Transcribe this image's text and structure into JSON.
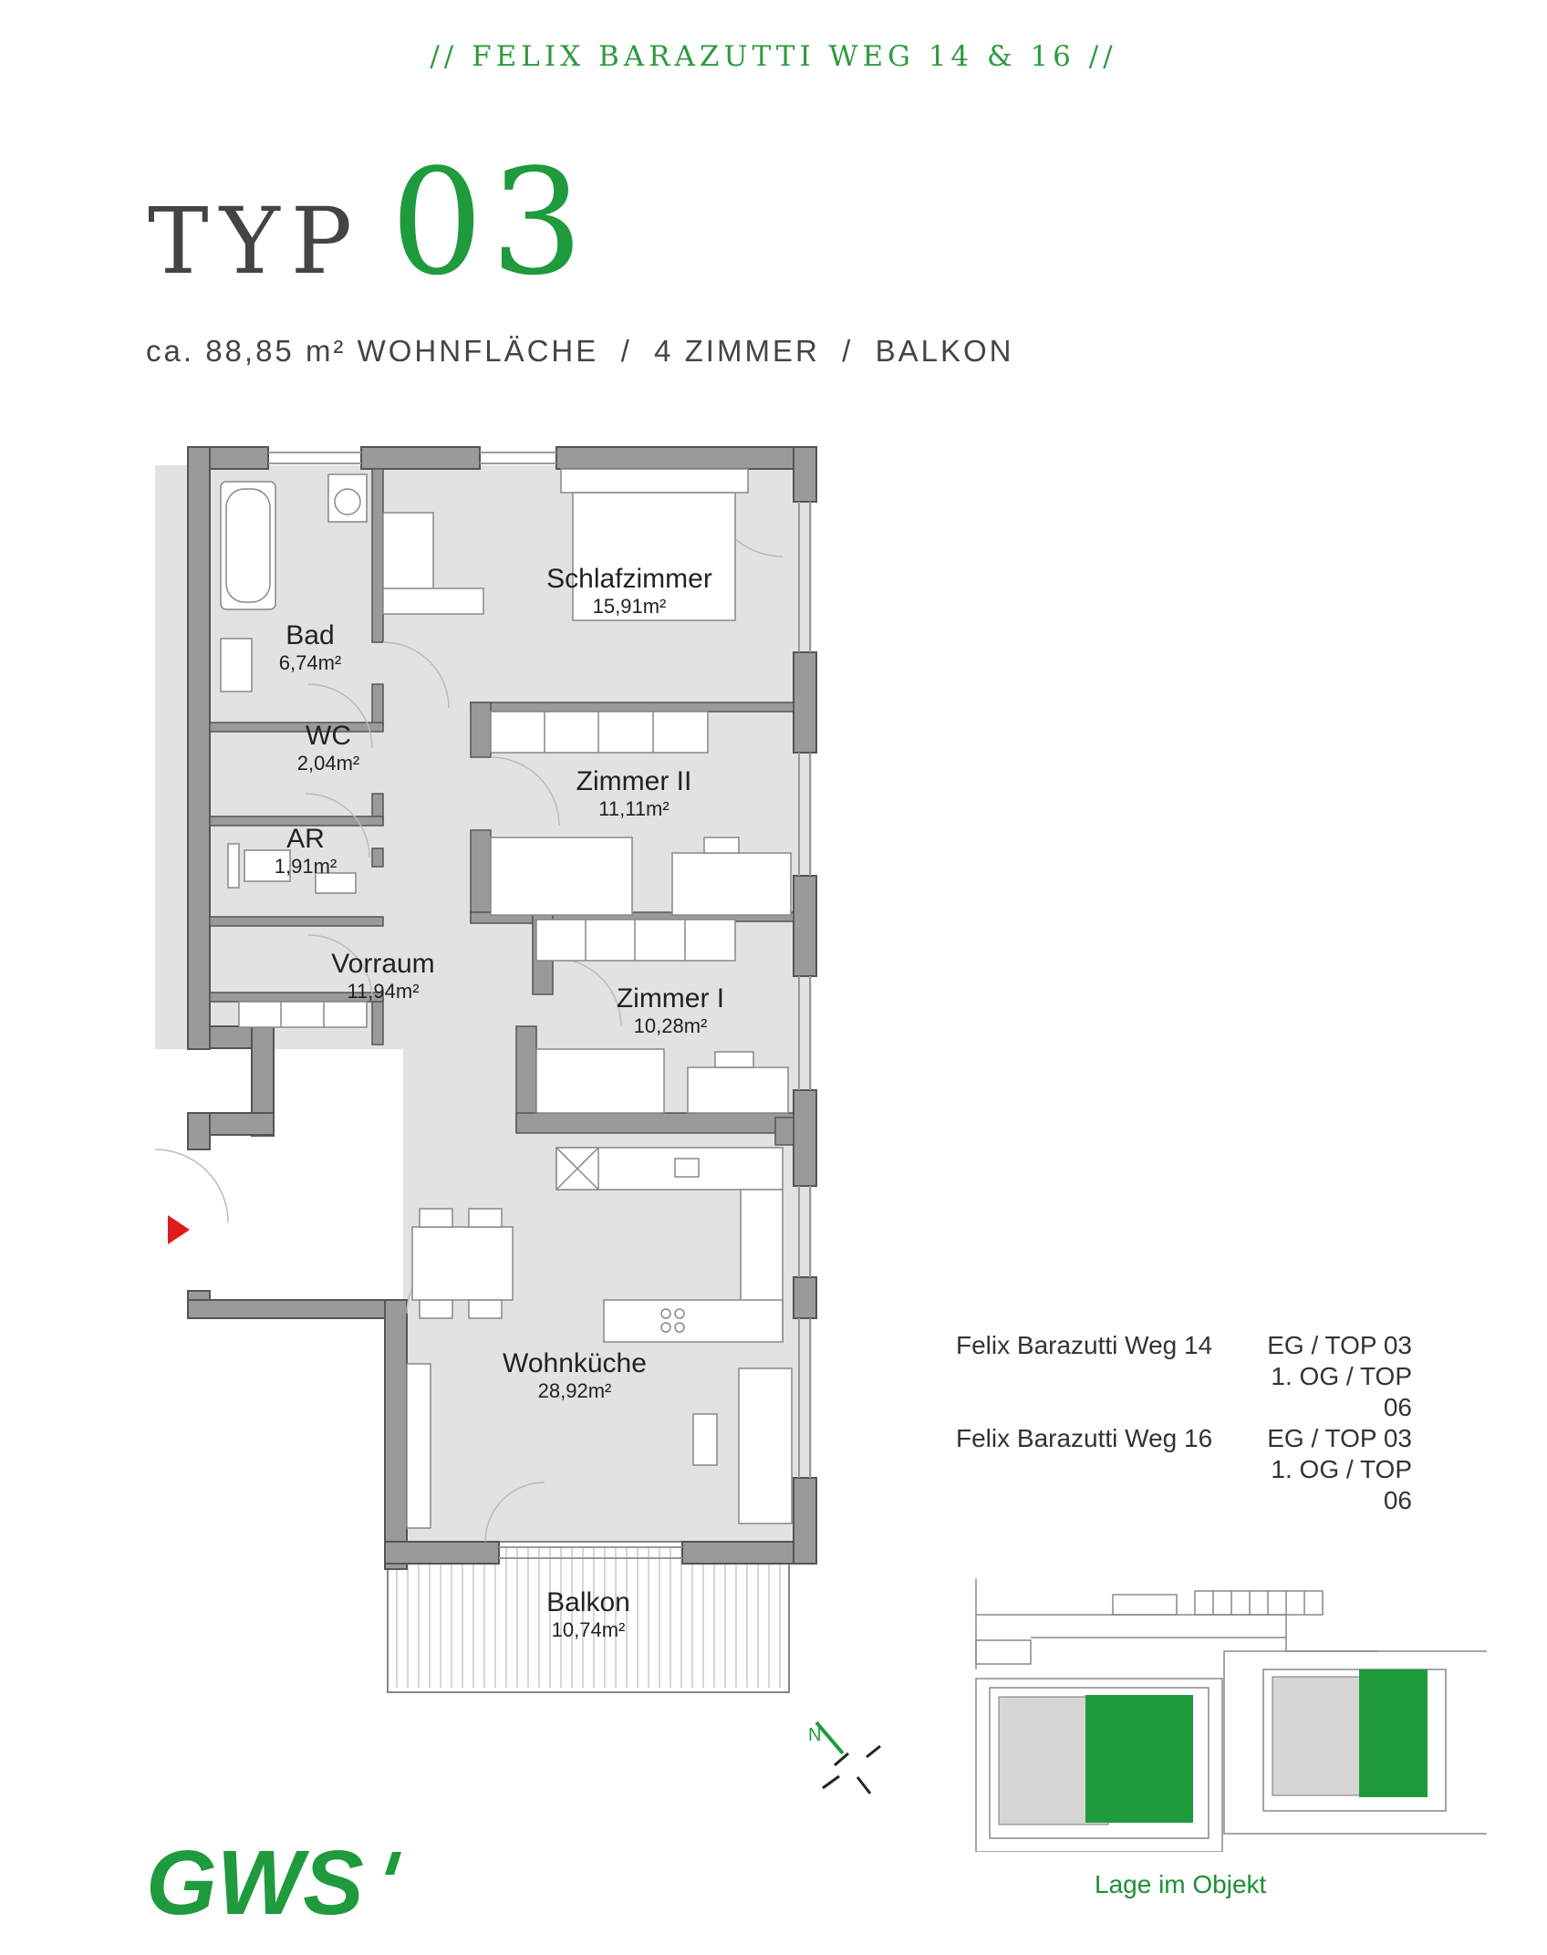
{
  "header": "//  FELIX BARAZUTTI WEG 14 & 16  //",
  "typ": {
    "label": "TYP",
    "number": "03"
  },
  "subtitle": {
    "area": "ca. 88,85 m² WOHNFLÄCHE",
    "sep1": "  /  ",
    "rooms": "4 ZIMMER",
    "sep2": "  /  ",
    "extra": "BALKON"
  },
  "rooms": {
    "schlafzimmer": {
      "name": "Schlafzimmer",
      "area": "15,91m²"
    },
    "bad": {
      "name": "Bad",
      "area": "6,74m²"
    },
    "wc": {
      "name": "WC",
      "area": "2,04m²"
    },
    "zimmer2": {
      "name": "Zimmer II",
      "area": "11,11m²"
    },
    "ar": {
      "name": "AR",
      "area": "1,91m²"
    },
    "vorraum": {
      "name": "Vorraum",
      "area": "11,94m²"
    },
    "zimmer1": {
      "name": "Zimmer I",
      "area": "10,28m²"
    },
    "wohnkueche": {
      "name": "Wohnküche",
      "area": "28,92m²"
    },
    "balkon": {
      "name": "Balkon",
      "area": "10,74m²"
    }
  },
  "locations": [
    {
      "address": "Felix Barazutti Weg 14",
      "unit": "EG / TOP 03"
    },
    {
      "address": "",
      "unit": "1. OG / TOP 06"
    },
    {
      "address": "Felix Barazutti Weg 16",
      "unit": "EG / TOP 03"
    },
    {
      "address": "",
      "unit": "1. OG / TOP 06"
    }
  ],
  "compass": "N",
  "logo": "GWS",
  "lage": "Lage im Objekt",
  "colors": {
    "green": "#1f9a3c",
    "wall": "#9a9a9a",
    "floor": "#e2e2e2",
    "entry": "#e01b1b"
  }
}
